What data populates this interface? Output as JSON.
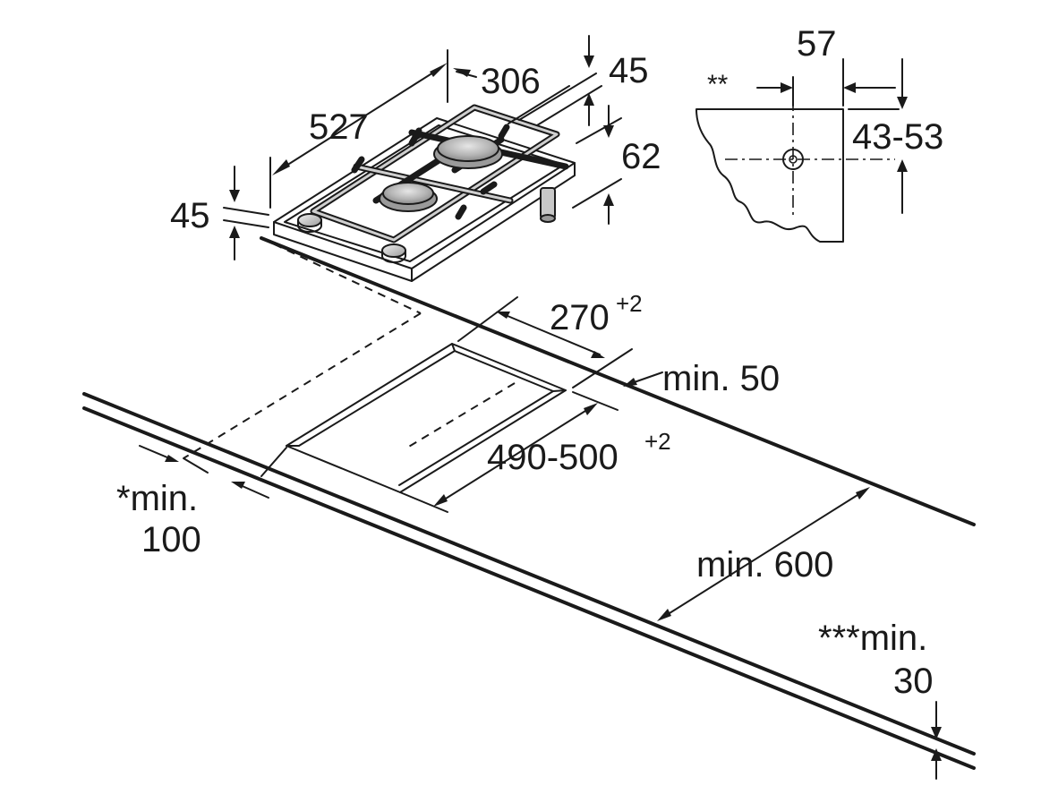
{
  "labels": {
    "width_527": "527",
    "depth_306": "306",
    "height_45_right": "45",
    "height_62": "62",
    "height_45_left": "45",
    "section_57": "57",
    "section_double_star": "**",
    "section_43_53": "43-53",
    "cutout_270": "270",
    "cutout_270_tol": "+2",
    "min_50": "min. 50",
    "cutout_490_500": "490-500",
    "cutout_490_500_tol": "+2",
    "star_min": "*min.",
    "star_min_value": "100",
    "min_600": "min. 600",
    "triple_star_min": "***min.",
    "triple_star_value": "30"
  }
}
